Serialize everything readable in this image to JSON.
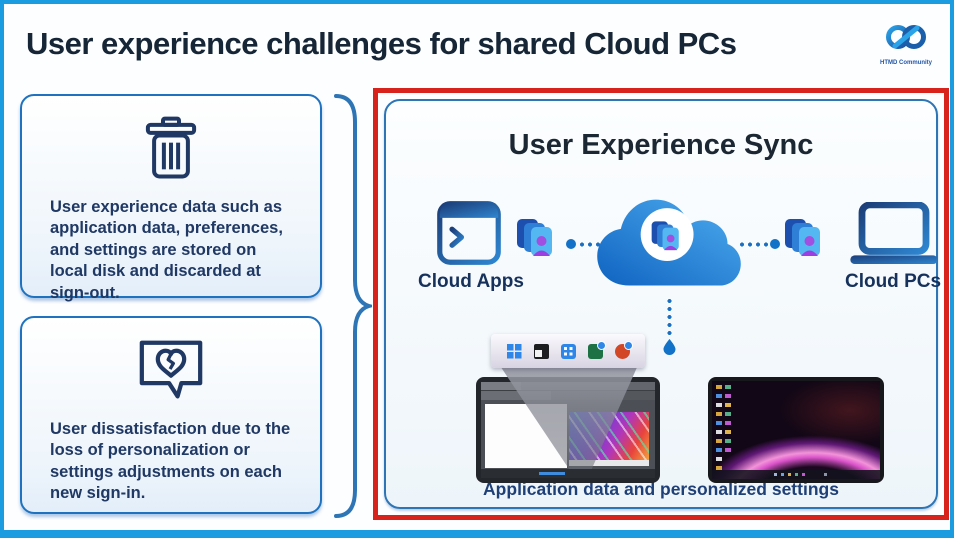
{
  "slide": {
    "title": "User experience challenges for shared Cloud PCs",
    "logo_caption": "HTMD Community"
  },
  "challenges": [
    {
      "icon": "trash-icon",
      "text": "User experience data such as application data, preferences, and settings are stored on local disk and discarded at sign-out."
    },
    {
      "icon": "broken-heart-message-icon",
      "text": "User dissatisfaction due to the loss of personalization or settings adjustments on each new sign-in."
    }
  ],
  "sync_panel": {
    "title": "User Experience Sync",
    "cloud_apps_label": "Cloud Apps",
    "cloud_pcs_label": "Cloud PCs",
    "caption": "Application data and personalized settings"
  },
  "colors": {
    "slide_border": "#1b9be0",
    "card_border": "#1e72bf",
    "text_navy": "#1f3864",
    "highlight_red": "#d8231c",
    "cloud_dark": "#0f63c0",
    "cloud_light": "#4fadf0",
    "dotted_line": "#1b6fc2",
    "person_purple": "#9b3fe3"
  }
}
